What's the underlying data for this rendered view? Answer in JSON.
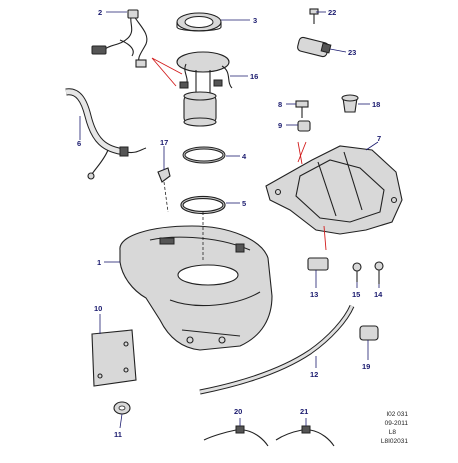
{
  "callouts": [
    "1",
    "2",
    "3",
    "4",
    "5",
    "6",
    "7",
    "8",
    "9",
    "10",
    "11",
    "12",
    "13",
    "14",
    "15",
    "16",
    "17",
    "18",
    "19",
    "20",
    "21",
    "22",
    "23"
  ],
  "reference": {
    "code": "I02 031",
    "date": "09-2011",
    "model": "L8",
    "drawing_id": "L8I02031"
  }
}
